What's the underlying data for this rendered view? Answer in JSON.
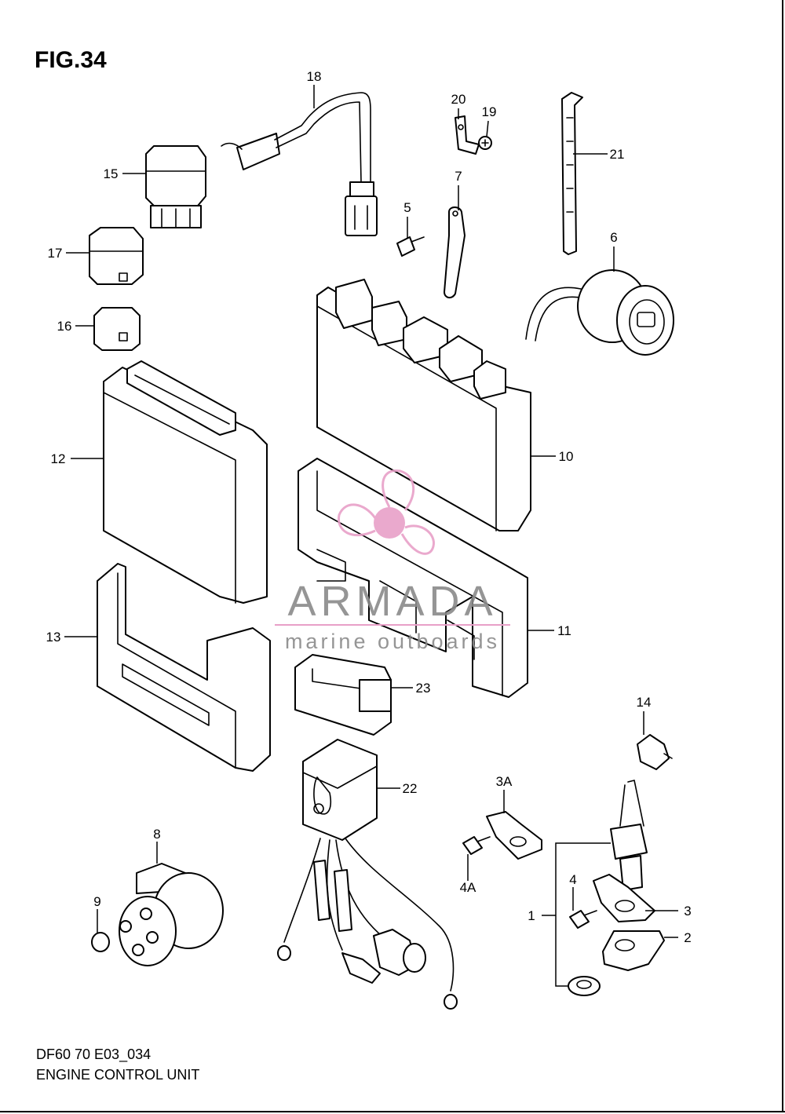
{
  "figure": {
    "title": "FIG.34",
    "code": "DF60 70 E03_034",
    "name": "ENGINE CONTROL UNIT"
  },
  "watermark": {
    "brand": "ARMADA",
    "tagline": "marine outboards",
    "color_text": "#8a8a8a",
    "color_logo": "#e8a0c8"
  },
  "callouts": {
    "c1": "1",
    "c2": "2",
    "c3": "3",
    "c3a": "3A",
    "c4": "4",
    "c4a": "4A",
    "c5": "5",
    "c6": "6",
    "c7": "7",
    "c8": "8",
    "c9": "9",
    "c10": "10",
    "c11": "11",
    "c12": "12",
    "c13": "13",
    "c14": "14",
    "c15": "15",
    "c16": "16",
    "c17": "17",
    "c18": "18",
    "c19": "19",
    "c20": "20",
    "c21": "21",
    "c22": "22",
    "c23": "23"
  }
}
